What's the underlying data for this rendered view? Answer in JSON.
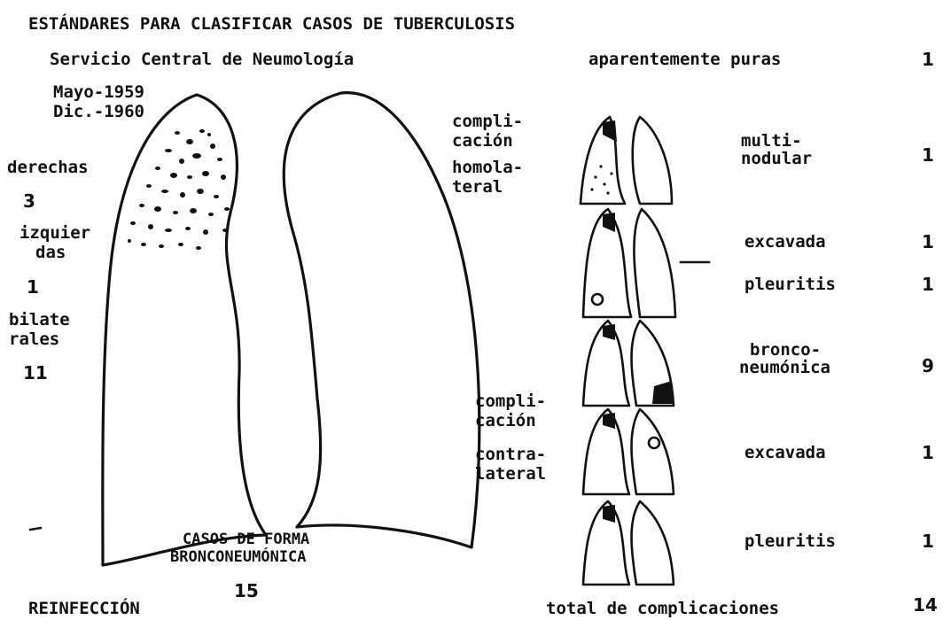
{
  "header": {
    "title": "ESTÁNDARES PARA CLASIFICAR CASOS DE TUBERCULOSIS",
    "service": "Servicio Central de Neumología",
    "period_start": "Mayo-1959",
    "period_end": "Dic.-1960"
  },
  "left_labels": {
    "right": "derechas",
    "right_count": "3",
    "left_1": "izquier",
    "left_2": "das",
    "left_count": "1",
    "bilateral_1": "bilate",
    "bilateral_2": "rales",
    "bilateral_count": "11"
  },
  "center": {
    "label_1": "CASOS DE FORMA",
    "label_2": "BRONCONEUMÓNICA",
    "count": "15",
    "footer": "REINFECCIÓN"
  },
  "right_panel": {
    "pure_label": "aparentemente puras",
    "pure_count": "1",
    "homolateral": [
      "compli-",
      "cación",
      "homola-",
      "teral"
    ],
    "contralateral": [
      "compli-",
      "cación",
      "contra-",
      "lateral"
    ],
    "rows": [
      {
        "label_1": "multi-",
        "label_2": "nodular",
        "count": "1"
      },
      {
        "label_1": "excavada",
        "count": "1"
      },
      {
        "label_1": "pleuritis",
        "count": "1"
      },
      {
        "label_1": "bronco-",
        "label_2": "neumónica",
        "count": "9"
      },
      {
        "label_1": "excavada",
        "count": "1"
      },
      {
        "label_1": "pleuritis",
        "count": "1"
      }
    ],
    "total_label": "total de complicaciones",
    "total_count": "14"
  },
  "colors": {
    "ink": "#111111",
    "paper": "#ffffff"
  }
}
